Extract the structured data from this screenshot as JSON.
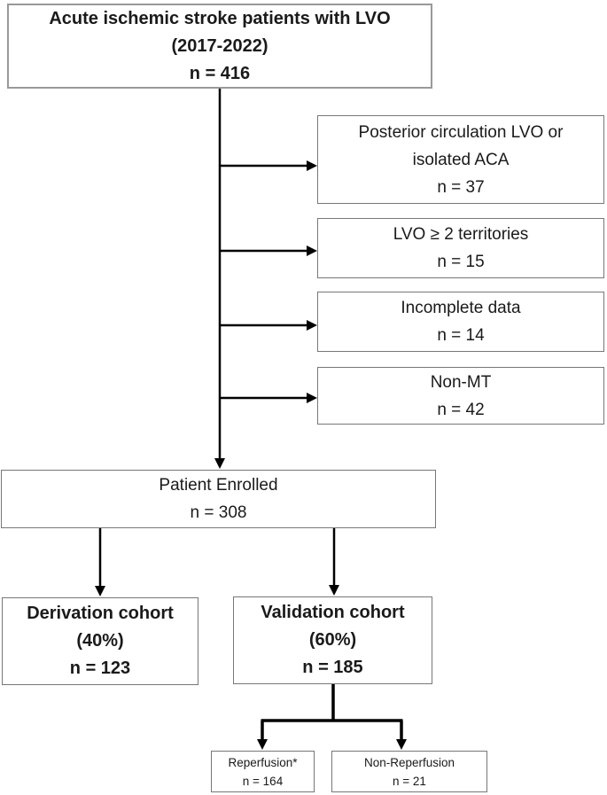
{
  "diagram": {
    "top_box": {
      "lines": [
        "Acute ischemic stroke patients with LVO",
        "(2017-2022)",
        "n = 416"
      ]
    },
    "exclusion_boxes": [
      {
        "lines": [
          "Posterior circulation LVO or",
          "isolated ACA",
          "n = 37"
        ]
      },
      {
        "lines": [
          "LVO ≥ 2 territories",
          "n = 15"
        ]
      },
      {
        "lines": [
          "Incomplete data",
          "n = 14"
        ]
      },
      {
        "lines": [
          "Non-MT",
          "n = 42"
        ]
      }
    ],
    "enrolled_box": {
      "lines": [
        "Patient Enrolled",
        "n = 308"
      ]
    },
    "derivation_box": {
      "lines": [
        "Derivation cohort",
        "(40%)",
        "n = 123"
      ]
    },
    "validation_box": {
      "lines": [
        "Validation cohort",
        "(60%)",
        "n = 185"
      ]
    },
    "reperfusion_box": {
      "lines": [
        "Reperfusion*",
        "n = 164"
      ]
    },
    "non_reperfusion_box": {
      "lines": [
        "Non-Reperfusion",
        "n = 21"
      ]
    }
  },
  "colors": {
    "text": "#1a1a1a",
    "box_border": "#777777",
    "top_border": "#999999",
    "connector": "#000000",
    "background": "#ffffff"
  }
}
